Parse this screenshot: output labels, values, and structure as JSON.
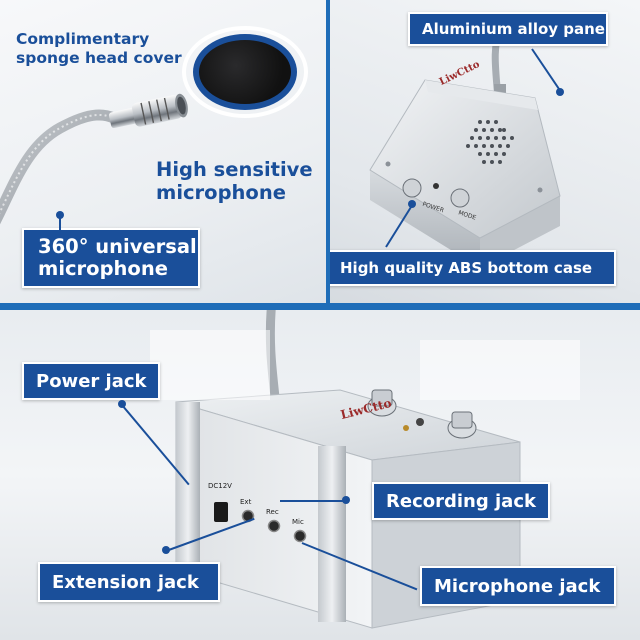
{
  "labels": {
    "sponge_cover": "Complimentary sponge head cover",
    "high_sensitive_mic": "High sensitive microphone",
    "universal_mic": "360° universal microphone",
    "aluminium_panel": "Aluminium alloy panel",
    "abs_case": "High quality ABS bottom case",
    "power_jack": "Power jack",
    "recording_jack": "Recording jack",
    "extension_jack": "Extension jack",
    "microphone_jack": "Microphone jack"
  },
  "device": {
    "brand": "LiwCtto",
    "knob_left": "POWER",
    "knob_right": "MODE",
    "port_dc": "DC12V",
    "port_ext": "Ext",
    "port_rec": "Rec",
    "port_mic": "Mic"
  },
  "colors": {
    "accent": "#1a4f9a",
    "divider": "#1f6db8",
    "foam": "#141416"
  }
}
